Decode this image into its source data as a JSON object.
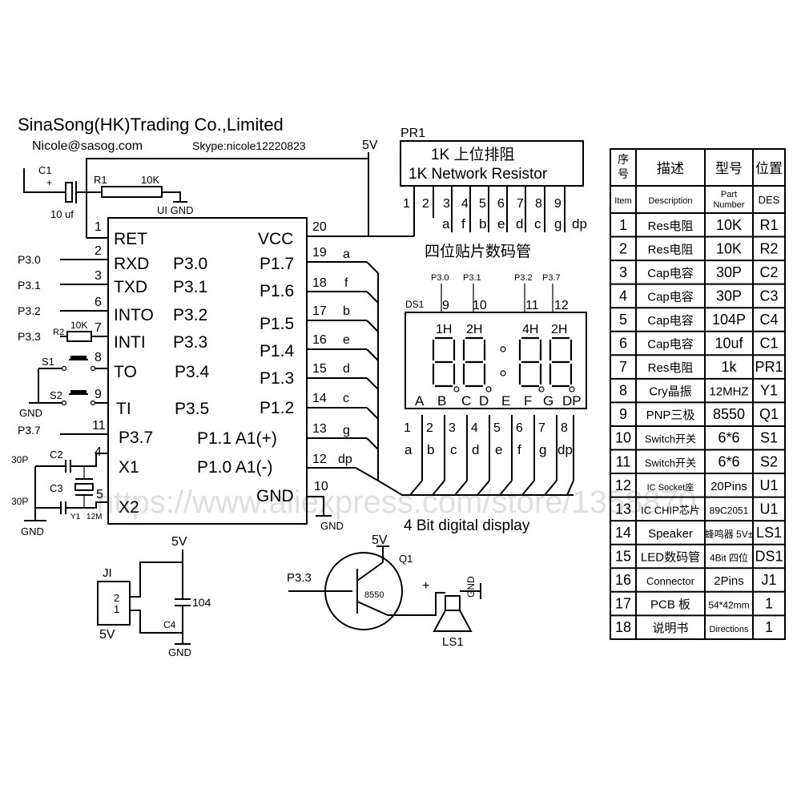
{
  "header": {
    "company": "SinaSong(HK)Trading Co.,Limited",
    "email": "Nicole@sasog.com",
    "skype": "Skype:nicole12220823"
  },
  "watermark": "https://www.aliexpress.com/store/1358870",
  "power": {
    "vcc_5v": "5V",
    "gnd": "GND"
  },
  "reset": {
    "c1": "C1",
    "plus": "+",
    "c1_value": "10 uf",
    "r1": "R1",
    "r1_value": "10K",
    "ui_gnd": "UI  GND"
  },
  "network_resistor": {
    "ref": "PR1",
    "title_cn": "1K 上位排阻",
    "title_en": "1K Network Resistor",
    "pin_numbers": [
      "1",
      "2",
      "3",
      "4",
      "5",
      "6",
      "7",
      "8",
      "9"
    ],
    "pin_labels": [
      "a",
      "f",
      "b",
      "e",
      "d",
      "c",
      "g",
      "dp"
    ]
  },
  "mcu": {
    "left_pins": [
      {
        "num": "1",
        "name": "RET",
        "alt": ""
      },
      {
        "num": "2",
        "name": "RXD",
        "alt": "P3.0"
      },
      {
        "num": "3",
        "name": "TXD",
        "alt": "P3.1"
      },
      {
        "num": "6",
        "name": "INTO",
        "alt": "P3.2"
      },
      {
        "num": "7",
        "name": "INTI",
        "alt": "P3.3"
      },
      {
        "num": "8",
        "name": "TO",
        "alt": "P3.4"
      },
      {
        "num": "9",
        "name": "TI",
        "alt": "P3.5"
      },
      {
        "num": "11",
        "name": "P3.7",
        "alt": ""
      },
      {
        "num": "4",
        "name": "X1",
        "alt": "P1.0  A1(-)"
      },
      {
        "num": "5",
        "name": "X2",
        "alt": ""
      }
    ],
    "right_pins": [
      {
        "num": "20",
        "name": "VCC",
        "seg": ""
      },
      {
        "num": "19",
        "name": "P1.7",
        "seg": "a"
      },
      {
        "num": "18",
        "name": "P1.6",
        "seg": "f"
      },
      {
        "num": "17",
        "name": "P1.5",
        "seg": "b"
      },
      {
        "num": "16",
        "name": "P1.4",
        "seg": "e"
      },
      {
        "num": "15",
        "name": "P1.3",
        "seg": "d"
      },
      {
        "num": "14",
        "name": "P1.2",
        "seg": "c"
      },
      {
        "num": "13",
        "name": "P1.1  A1(+)",
        "seg": "g"
      },
      {
        "num": "12",
        "name": "",
        "seg": "dp"
      },
      {
        "num": "10",
        "name": "GND",
        "seg": ""
      }
    ],
    "ext_labels": [
      "P3.0",
      "P3.1",
      "P3.2",
      "P3.3",
      "P3.7"
    ]
  },
  "buttons": {
    "s1": "S1",
    "s2": "S2",
    "r2": "R2",
    "r2_value": "10K"
  },
  "crystal": {
    "c2": "C2",
    "c3": "C3",
    "cap_value": "30P",
    "y1": "Y1",
    "freq": "12M"
  },
  "display": {
    "caption_cn": "四位贴片数码管",
    "ref": "DS1",
    "digit_signals": [
      "P3.0",
      "P3.1",
      "P3.2",
      "P3.7"
    ],
    "digit_pins": [
      "9",
      "10",
      "11",
      "12"
    ],
    "digit_labels": [
      "1H",
      "2H",
      "4H",
      "2H"
    ],
    "segment_letters": [
      "A",
      "B",
      "C",
      "D",
      "E",
      "F",
      "G",
      "DP"
    ],
    "bottom_pins": [
      "1",
      "2",
      "3",
      "4",
      "5",
      "6",
      "7",
      "8"
    ],
    "bottom_labels": [
      "a",
      "b",
      "c",
      "d",
      "e",
      "f",
      "g",
      "dp"
    ],
    "caption_en": "4 Bit digital display"
  },
  "connector": {
    "ref": "JI",
    "pin2": "2",
    "pin1": "1",
    "v5": "5V",
    "c4": "C4",
    "c4_value": "104"
  },
  "speaker_circuit": {
    "input": "P3.3",
    "q1": "Q1",
    "transistor": "8550",
    "plus": "+",
    "ls1": "LS1"
  },
  "bom": {
    "headers_cn": [
      "序号",
      "描述",
      "型号",
      "位置"
    ],
    "headers_en": [
      "Item",
      "Description",
      "Part Number",
      "DES"
    ],
    "rows": [
      {
        "item": "1",
        "desc": "Res电阻",
        "part": "10K",
        "des": "R1"
      },
      {
        "item": "2",
        "desc": "Res电阻",
        "part": "10K",
        "des": "R2"
      },
      {
        "item": "3",
        "desc": "Cap电容",
        "part": "30P",
        "des": "C2"
      },
      {
        "item": "4",
        "desc": "Cap电容",
        "part": "30P",
        "des": "C3"
      },
      {
        "item": "5",
        "desc": "Cap电容",
        "part": "104P",
        "des": "C4"
      },
      {
        "item": "6",
        "desc": "Cap电容",
        "part": "10uf",
        "des": "C1"
      },
      {
        "item": "7",
        "desc": "Res电阻",
        "part": "1k",
        "des": "PR1"
      },
      {
        "item": "8",
        "desc": "Cry晶振",
        "part": "12MHZ",
        "des": "Y1"
      },
      {
        "item": "9",
        "desc": "PNP三极",
        "part": "8550",
        "des": "Q1"
      },
      {
        "item": "10",
        "desc": "Switch开关",
        "part": "6*6",
        "des": "S1"
      },
      {
        "item": "11",
        "desc": "Switch开关",
        "part": "6*6",
        "des": "S2"
      },
      {
        "item": "12",
        "desc": "IC Socket座",
        "part": "20Pins",
        "des": "U1"
      },
      {
        "item": "13",
        "desc": "IC CHIP芯片",
        "part": "89C2051",
        "des": "U1"
      },
      {
        "item": "14",
        "desc": "Speaker",
        "part": "蜂鸣器 5V±",
        "des": "LS1"
      },
      {
        "item": "15",
        "desc": "LED数码管",
        "part": "4Bit 四位",
        "des": "DS1"
      },
      {
        "item": "16",
        "desc": "Connector",
        "part": "2Pins",
        "des": "J1"
      },
      {
        "item": "17",
        "desc": "PCB 板",
        "part": "54*42mm",
        "des": "1"
      },
      {
        "item": "18",
        "desc": "说明书",
        "part": "Directions",
        "des": "1"
      }
    ]
  }
}
